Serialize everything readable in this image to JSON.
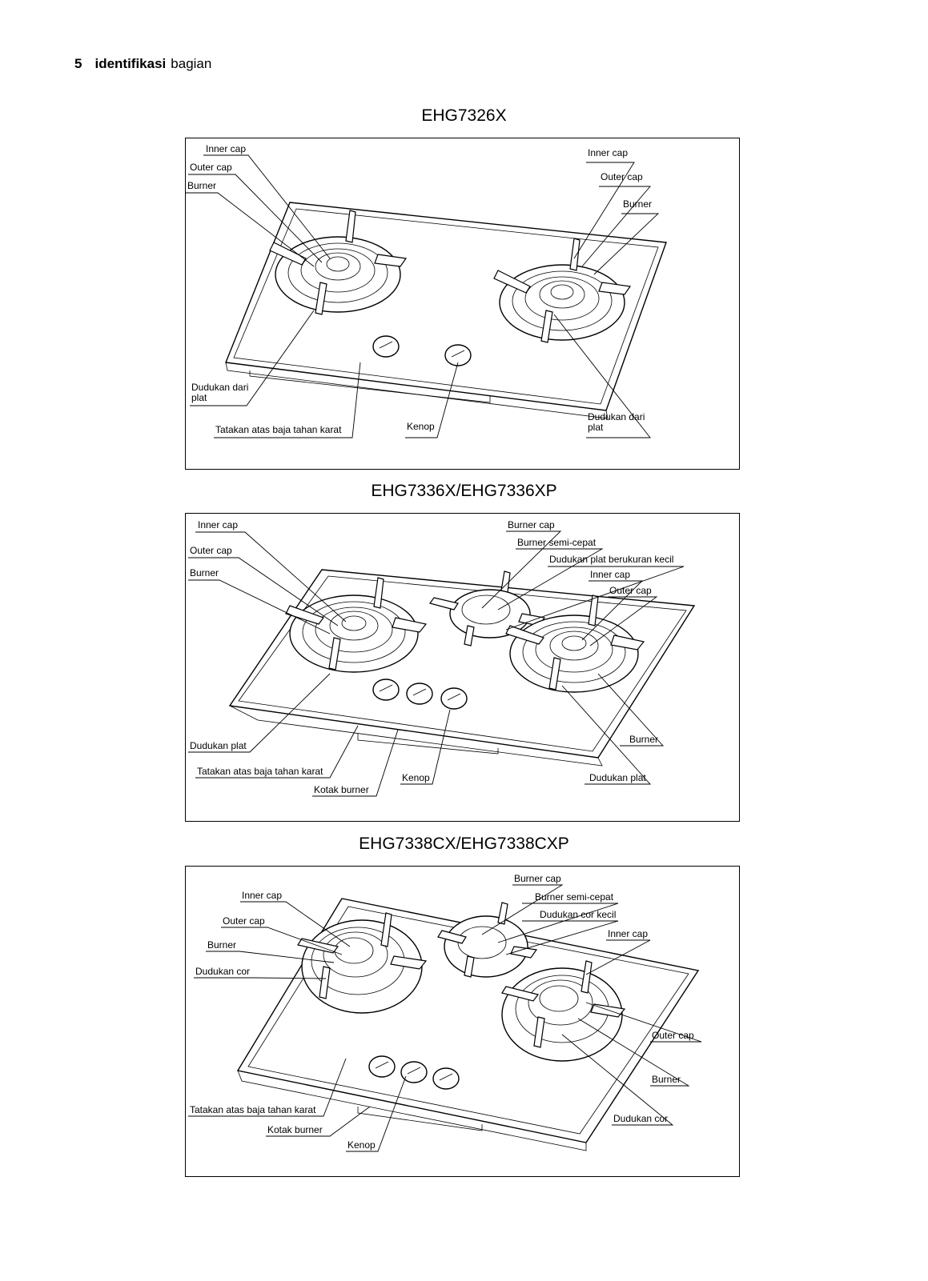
{
  "header": {
    "number": "5",
    "title_bold": "identifikasi",
    "title_rest": "bagian"
  },
  "models": [
    {
      "name": "EHG7326X",
      "labels": {
        "l_inner": "Inner cap",
        "l_outer": "Outer cap",
        "l_burner": "Burner",
        "r_inner": "Inner cap",
        "r_outer": "Outer cap",
        "r_burner": "Burner",
        "l_stand_1": "Dudukan dari",
        "l_stand_2": "plat",
        "tray": "Tatakan atas baja tahan karat",
        "knob": "Kenop",
        "r_stand_1": "Dudukan dari",
        "r_stand_2": "plat"
      }
    },
    {
      "name": "EHG7336X/EHG7336XP",
      "labels": {
        "l_inner": "Inner cap",
        "l_outer": "Outer cap",
        "l_burner": "Burner",
        "m_cap": "Burner cap",
        "m_semi": "Burner semi-cepat",
        "m_stand": "Dudukan plat berukuran kecil",
        "r_inner": "Inner cap",
        "r_outer": "Outer cap",
        "l_stand": "Dudukan plat",
        "tray": "Tatakan atas baja tahan karat",
        "box": "Kotak burner",
        "knob": "Kenop",
        "r_burner": "Burner",
        "r_stand": "Dudukan plat"
      }
    },
    {
      "name": "EHG7338CX/EHG7338CXP",
      "labels": {
        "m_cap": "Burner cap",
        "m_semi": "Burner semi-cepat",
        "m_stand": "Dudukan cor kecil",
        "r_inner": "Inner cap",
        "l_inner": "Inner cap",
        "l_outer": "Outer cap",
        "l_burner": "Burner",
        "l_stand": "Dudukan cor",
        "r_outer": "Outer cap",
        "r_burner": "Burner",
        "tray": "Tatakan atas baja tahan karat",
        "box": "Kotak burner",
        "r_stand": "Dudukan cor",
        "knob": "Kenop"
      }
    }
  ]
}
